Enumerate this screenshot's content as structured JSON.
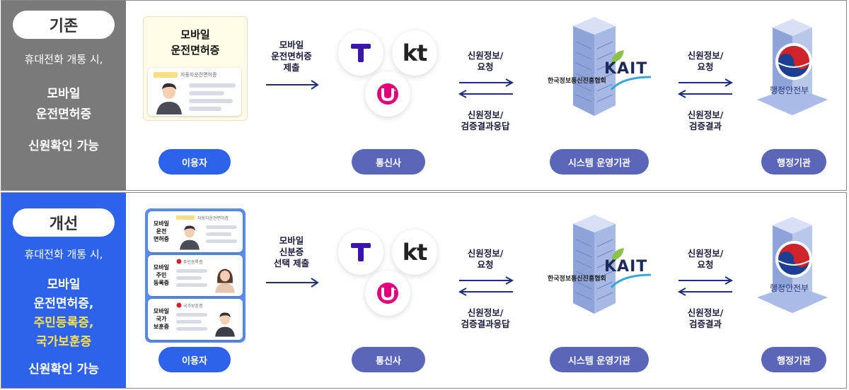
{
  "before": {
    "tag": "기존",
    "desc_line1": "휴대전화 개통 시,",
    "desc_line2": "모바일",
    "desc_line3": "운전면허증",
    "desc_line4": "신원확인 가능",
    "card_title_1": "모바일",
    "card_title_2": "운전면허증",
    "card_header": "자동차운전면허증",
    "submit_1": "모바일",
    "submit_2": "운전면허증",
    "submit_3": "제출"
  },
  "after": {
    "tag": "개선",
    "desc_line1": "휴대전화 개통 시,",
    "desc_line2": "모바일",
    "desc_line3": "운전면허증,",
    "desc_line4": "주민등록증,",
    "desc_line5": "국가보훈증",
    "desc_line6": "신원확인 가능",
    "cards": [
      {
        "label": [
          "모바일",
          "운전",
          "면허증"
        ],
        "header": "자동차운전면허증"
      },
      {
        "label": [
          "모바일",
          "주민",
          "등록증"
        ],
        "header": "주민등록증"
      },
      {
        "label": [
          "모바일",
          "국가",
          "보훈증"
        ],
        "header": "국가보훈증"
      }
    ],
    "submit_1": "모바일",
    "submit_2": "신분증",
    "submit_3": "선택 제출"
  },
  "flow": {
    "req_1": "신원정보/",
    "req_2": "요청",
    "resp_1": "신원정보/",
    "resp_2": "검증결과응답",
    "req2_1": "신원정보/",
    "req2_2": "요청",
    "res2_1": "신원정보/",
    "res2_2": "검증결과"
  },
  "roles": {
    "user": "이용자",
    "telco": "통신사",
    "system": "시스템 운영기관",
    "admin": "행정기관"
  },
  "logos": {
    "kt": "kt",
    "kait": "KAIT",
    "kait_sub": "한국정보통신진흥협회",
    "gov": "행정안전부"
  },
  "colors": {
    "before_side": "#7a7a7a",
    "after_side": "#2d63ea",
    "highlight": "#ffe14d",
    "skt": "#3a17a8",
    "lgu": "#e6007e"
  }
}
